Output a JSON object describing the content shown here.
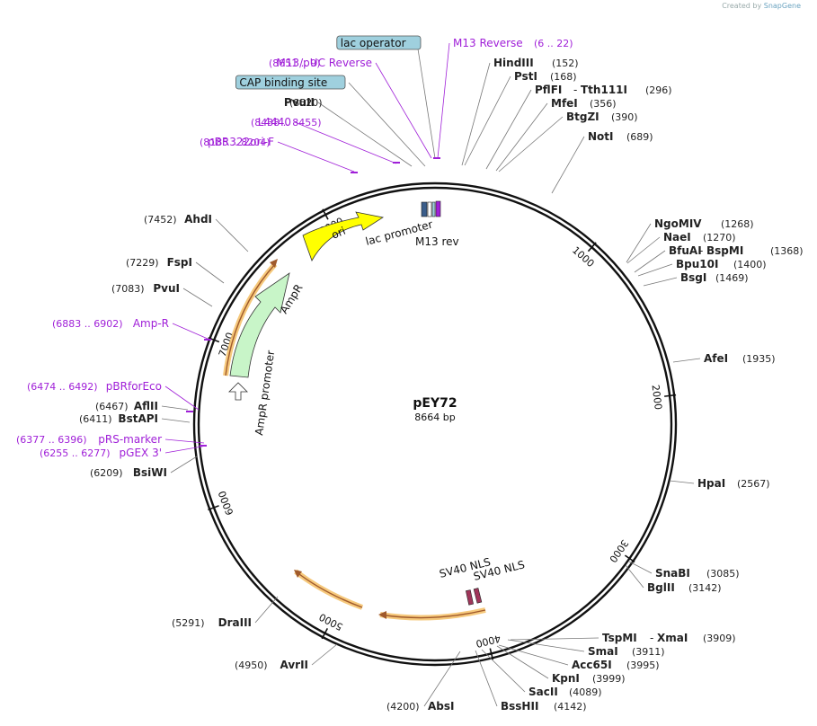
{
  "credit": {
    "prefix": "Created by",
    "brand": "SnapGene"
  },
  "plasmid": {
    "name": "pEY72",
    "length_label": "8664 bp",
    "total_bp": 8664
  },
  "colors": {
    "feature_purple": "#a020d8",
    "ori_yellow": "#ffff00",
    "ampr_green": "#c8f5c8",
    "cds_orange_highlight": "#f5c36e",
    "cds_brown": "#a05a2c",
    "box_fill": "#9fd0de",
    "lac_dark": "#3a5d8a",
    "sv40_fill": "#a0365a"
  },
  "ticks": [
    {
      "bp": 1000,
      "label": "1000"
    },
    {
      "bp": 2000,
      "label": "2000"
    },
    {
      "bp": 3000,
      "label": "3000"
    },
    {
      "bp": 4000,
      "label": "4000"
    },
    {
      "bp": 5000,
      "label": "5000"
    },
    {
      "bp": 6000,
      "label": "6000"
    },
    {
      "bp": 7000,
      "label": "7000"
    },
    {
      "bp": 8000,
      "label": "8000"
    }
  ],
  "internal_features": [
    {
      "name": "ori",
      "label": "ori",
      "type": "ori-arrow"
    },
    {
      "name": "AmpR",
      "label": "AmpR",
      "type": "ampr-arrow"
    },
    {
      "name": "AmpR promoter",
      "label": "AmpR promoter",
      "type": "promoter-arrow"
    },
    {
      "name": "lac promoter",
      "label": "lac promoter",
      "type": "small"
    },
    {
      "name": "M13 rev",
      "label": "M13 rev",
      "type": "small"
    },
    {
      "name": "SV40 NLS a",
      "label": "SV40 NLS",
      "type": "small"
    },
    {
      "name": "SV40 NLS b",
      "label": "SV40 NLS",
      "type": "small"
    }
  ],
  "labels": [
    {
      "name": "lac operator",
      "text": "lac operator",
      "kind": "box"
    },
    {
      "name": "M13 Reverse",
      "text": "M13 Reverse",
      "range": "(6 .. 22)",
      "kind": "primer"
    },
    {
      "name": "M13/pUC Reverse",
      "text": "M13/pUC Reverse",
      "range": "(8651 .. 9)",
      "kind": "primer"
    },
    {
      "name": "CAP binding site",
      "text": "CAP binding site",
      "kind": "box"
    },
    {
      "name": "PvuII",
      "text": "PvuII",
      "pos": "(8520)",
      "kind": "enzyme"
    },
    {
      "name": "L4440",
      "text": "L4440",
      "range": "(8438 .. 8455)",
      "kind": "primer"
    },
    {
      "name": "pBR322ori-F",
      "text": "pBR322ori-F",
      "range": "(8185 .. 8204)",
      "kind": "primer"
    },
    {
      "name": "HindIII",
      "text": "HindIII",
      "pos": "(152)",
      "kind": "enzyme"
    },
    {
      "name": "PstI",
      "text": "PstI",
      "pos": "(168)",
      "kind": "enzyme"
    },
    {
      "name": "PflFI",
      "text": "PflFI",
      "text2": "Tth111I",
      "pos": "(296)",
      "kind": "enzyme2"
    },
    {
      "name": "MfeI",
      "text": "MfeI",
      "pos": "(356)",
      "kind": "enzyme"
    },
    {
      "name": "BtgZI",
      "text": "BtgZI",
      "pos": "(390)",
      "kind": "enzyme"
    },
    {
      "name": "NotI",
      "text": "NotI",
      "pos": "(689)",
      "kind": "enzyme"
    },
    {
      "name": "NgoMIV",
      "text": "NgoMIV",
      "pos": "(1268)",
      "kind": "enzyme"
    },
    {
      "name": "NaeI",
      "text": "NaeI",
      "pos": "(1270)",
      "kind": "enzyme"
    },
    {
      "name": "BfuAI",
      "text": "BfuAI",
      "text2": "BspMI",
      "pos": "(1368)",
      "kind": "enzyme2"
    },
    {
      "name": "Bpu10I",
      "text": "Bpu10I",
      "pos": "(1400)",
      "kind": "enzyme"
    },
    {
      "name": "BsgI",
      "text": "BsgI",
      "pos": "(1469)",
      "kind": "enzyme"
    },
    {
      "name": "AfeI",
      "text": "AfeI",
      "pos": "(1935)",
      "kind": "enzyme"
    },
    {
      "name": "HpaI",
      "text": "HpaI",
      "pos": "(2567)",
      "kind": "enzyme"
    },
    {
      "name": "SnaBI",
      "text": "SnaBI",
      "pos": "(3085)",
      "kind": "enzyme"
    },
    {
      "name": "BglII",
      "text": "BglII",
      "pos": "(3142)",
      "kind": "enzyme"
    },
    {
      "name": "TspMI",
      "text": "TspMI",
      "text2": "XmaI",
      "pos": "(3909)",
      "kind": "enzyme2"
    },
    {
      "name": "SmaI",
      "text": "SmaI",
      "pos": "(3911)",
      "kind": "enzyme"
    },
    {
      "name": "Acc65I",
      "text": "Acc65I",
      "pos": "(3995)",
      "kind": "enzyme"
    },
    {
      "name": "KpnI",
      "text": "KpnI",
      "pos": "(3999)",
      "kind": "enzyme"
    },
    {
      "name": "SacII",
      "text": "SacII",
      "pos": "(4089)",
      "kind": "enzyme"
    },
    {
      "name": "BssHII",
      "text": "BssHII",
      "pos": "(4142)",
      "kind": "enzyme"
    },
    {
      "name": "AbsI",
      "text": "AbsI",
      "pos": "(4200)",
      "kind": "enzyme"
    },
    {
      "name": "AvrII",
      "text": "AvrII",
      "pos": "(4950)",
      "kind": "enzyme"
    },
    {
      "name": "DraIII",
      "text": "DraIII",
      "pos": "(5291)",
      "kind": "enzyme"
    },
    {
      "name": "BsiWI",
      "text": "BsiWI",
      "pos": "(6209)",
      "kind": "enzyme"
    },
    {
      "name": "pGEX 3'",
      "text": "pGEX 3'",
      "range": "(6255 .. 6277)",
      "kind": "primer"
    },
    {
      "name": "pRS-marker",
      "text": "pRS-marker",
      "range": "(6377 .. 6396)",
      "kind": "primer"
    },
    {
      "name": "BstAPI",
      "text": "BstAPI",
      "pos": "(6411)",
      "kind": "enzyme"
    },
    {
      "name": "AflII",
      "text": "AflII",
      "pos": "(6467)",
      "kind": "enzyme"
    },
    {
      "name": "pBRforEco",
      "text": "pBRforEco",
      "range": "(6474 .. 6492)",
      "kind": "primer"
    },
    {
      "name": "Amp-R",
      "text": "Amp-R",
      "range": "(6883 .. 6902)",
      "kind": "primer"
    },
    {
      "name": "PvuI",
      "text": "PvuI",
      "pos": "(7083)",
      "kind": "enzyme"
    },
    {
      "name": "FspI",
      "text": "FspI",
      "pos": "(7229)",
      "kind": "enzyme"
    },
    {
      "name": "AhdI",
      "text": "AhdI",
      "pos": "(7452)",
      "kind": "enzyme"
    }
  ]
}
